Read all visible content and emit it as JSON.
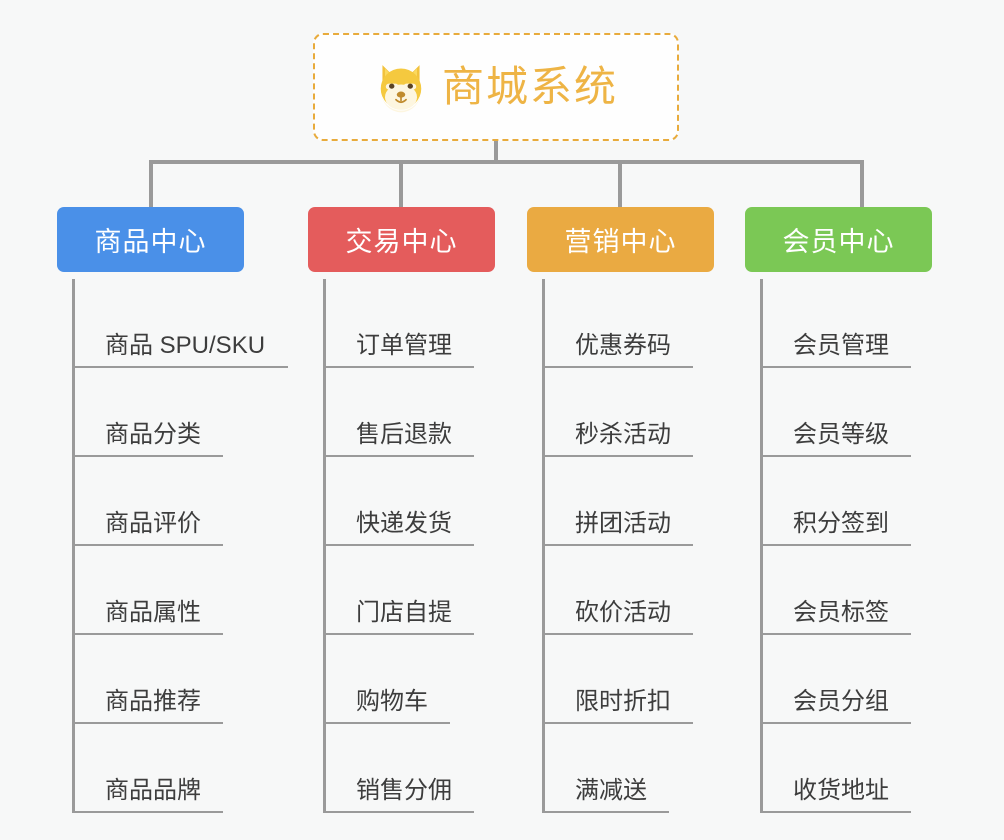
{
  "page": {
    "background_color": "#f7f8f8",
    "title": "商城系统"
  },
  "root": {
    "label": "商城系统",
    "icon": "shiba-dog-face-emoji",
    "text_color": "#eeb445",
    "border_color": "#e8ab3c",
    "fill_color": "#fefefe"
  },
  "connector_color": "#9a9a9a",
  "columns": [
    {
      "label": "商品中心",
      "color": "#4a90e8",
      "items": [
        "商品 SPU/SKU",
        "商品分类",
        "商品评价",
        "商品属性",
        "商品推荐",
        "商品品牌"
      ]
    },
    {
      "label": "交易中心",
      "color": "#e45c5c",
      "items": [
        "订单管理",
        "售后退款",
        "快递发货",
        "门店自提",
        "购物车",
        "销售分佣"
      ]
    },
    {
      "label": "营销中心",
      "color": "#eaaa42",
      "items": [
        "优惠券码",
        "秒杀活动",
        "拼团活动",
        "砍价活动",
        "限时折扣",
        "满减送"
      ]
    },
    {
      "label": "会员中心",
      "color": "#7bc855",
      "items": [
        "会员管理",
        "会员等级",
        "积分签到",
        "会员标签",
        "会员分组",
        "收货地址"
      ]
    }
  ]
}
